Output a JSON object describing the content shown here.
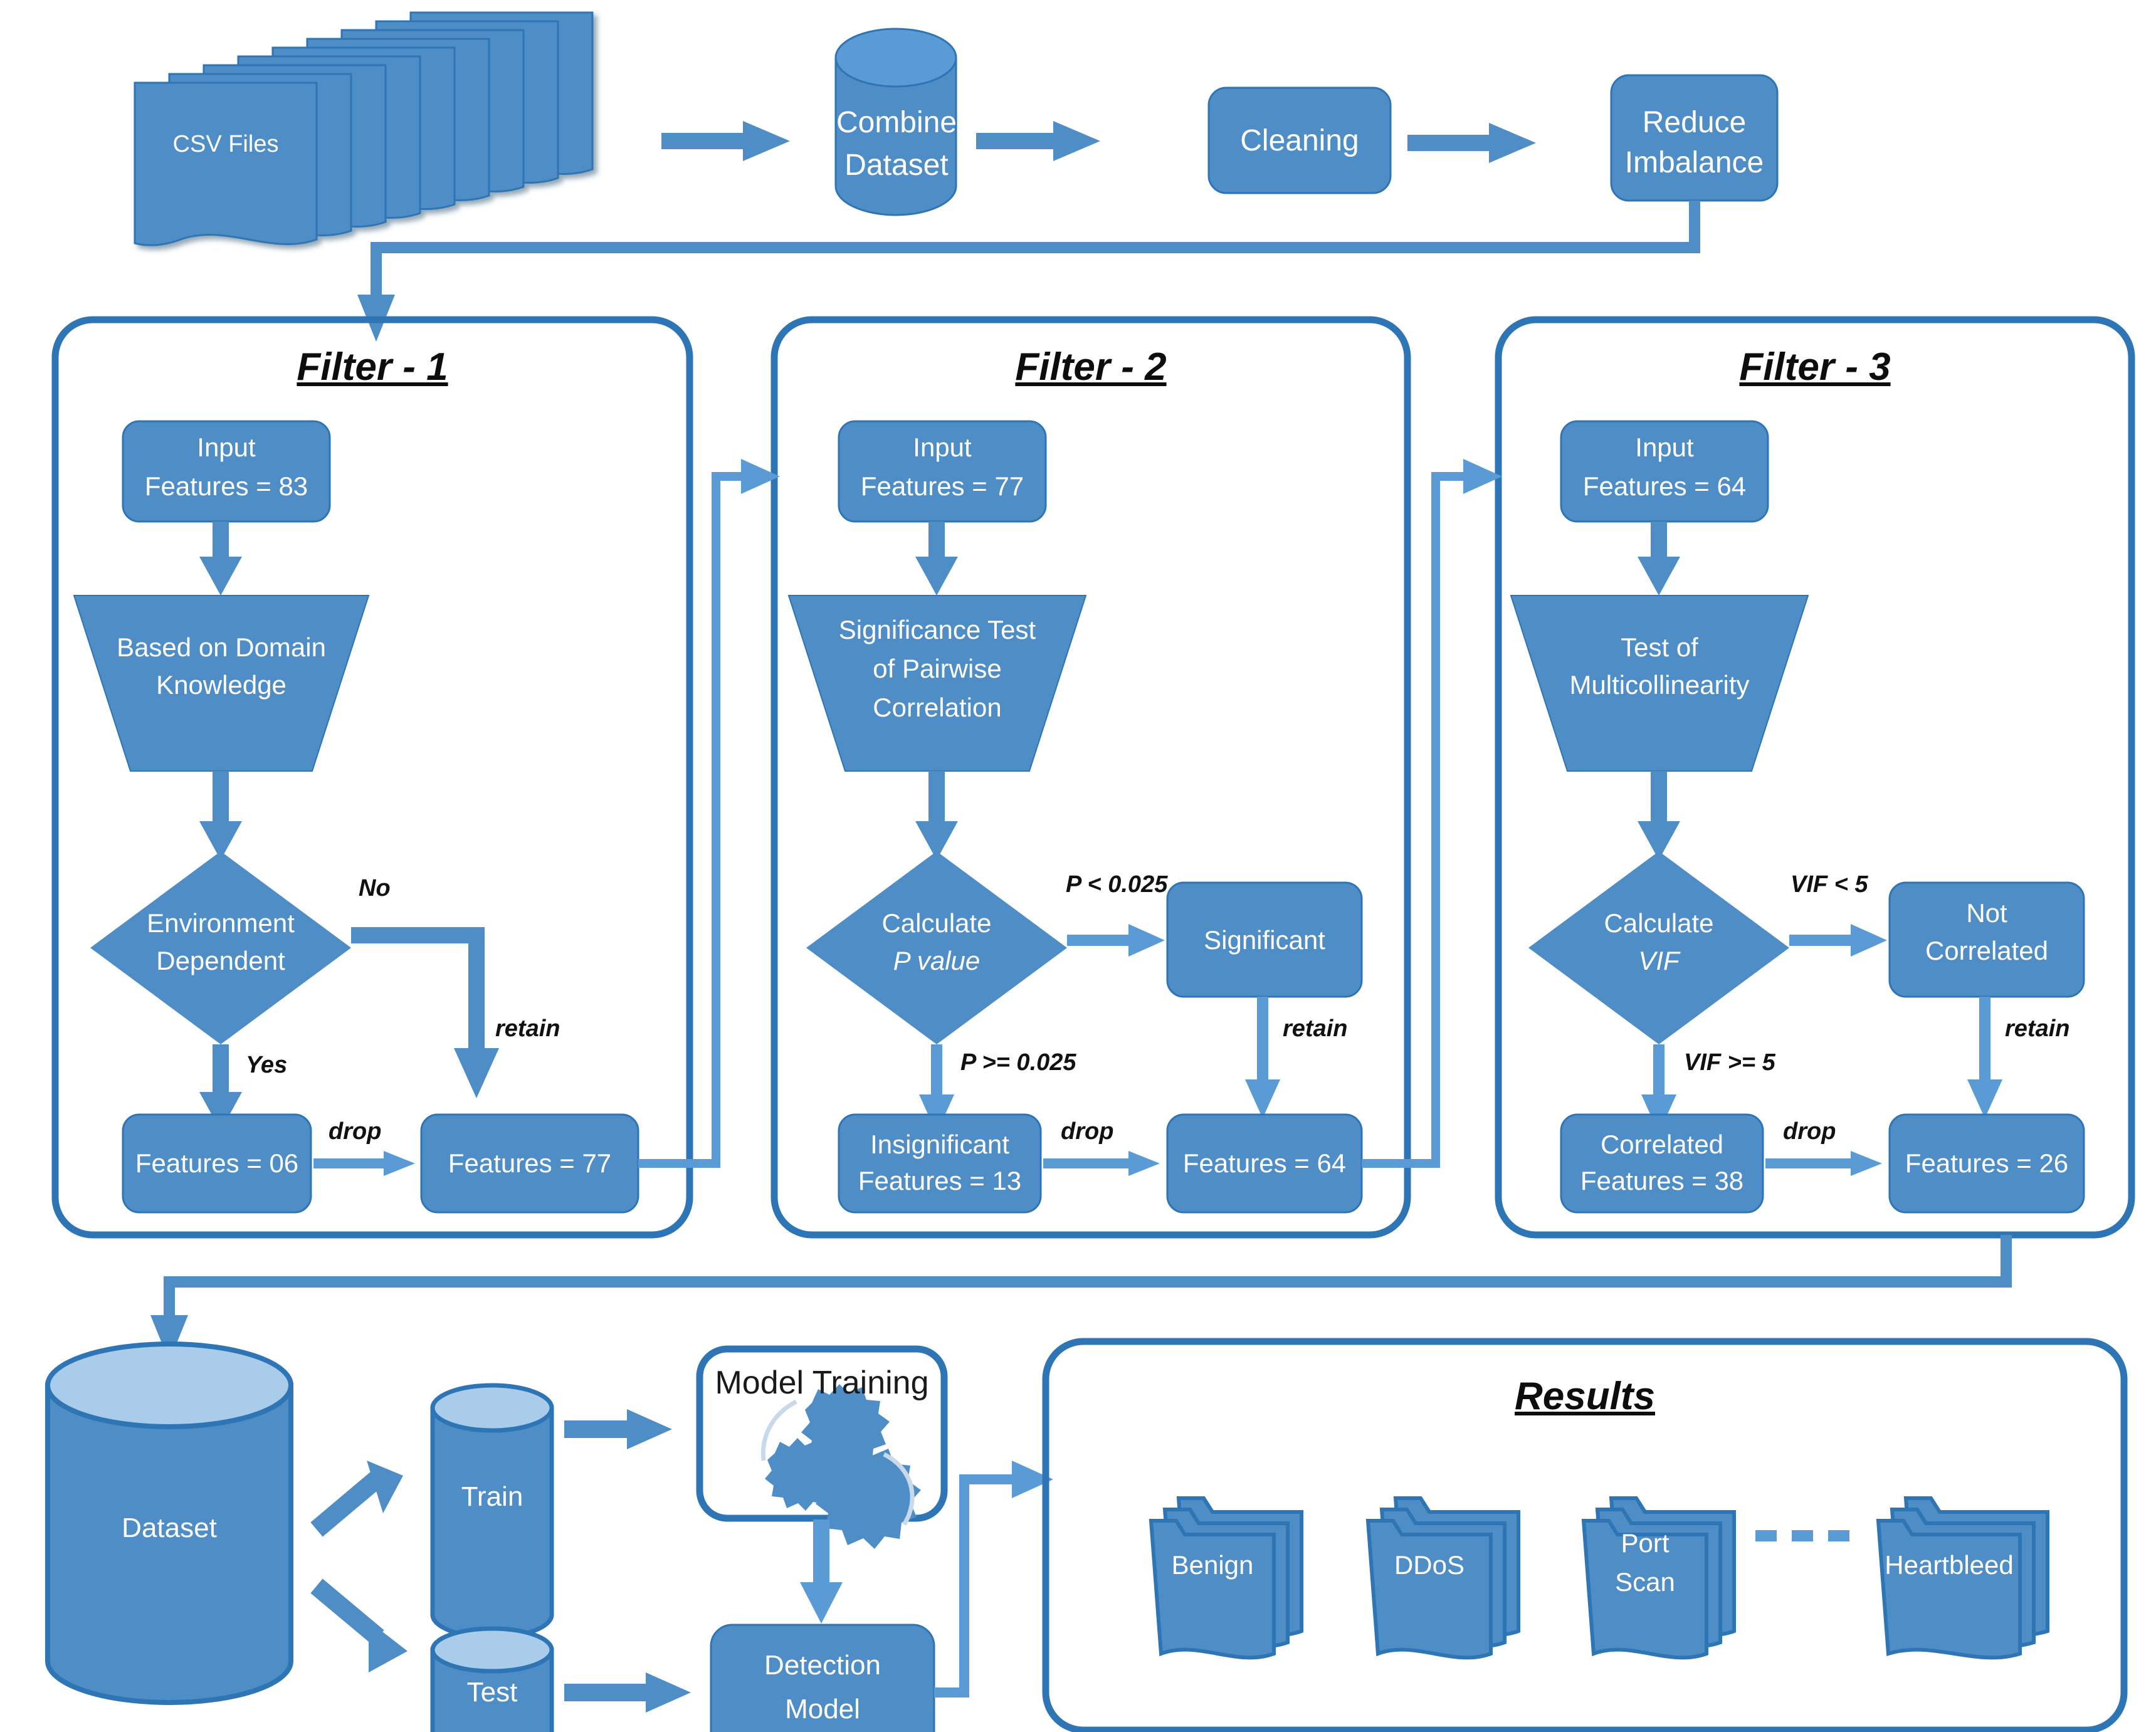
{
  "diagram": {
    "accent_blue": "#5B9BD5",
    "border_blue": "#2E75B6",
    "cyl_top": "#A9CCEA",
    "shadow": "#1F4E79",
    "label_dark": "#111111"
  },
  "top_pipeline": {
    "csv_files": "CSV Files",
    "combine_dataset_line1": "Combine",
    "combine_dataset_line2": "Dataset",
    "cleaning": "Cleaning",
    "reduce_line1": "Reduce",
    "reduce_line2": "Imbalance"
  },
  "filters": [
    {
      "title": "Filter - 1",
      "input_line1": "Input",
      "input_line2": "Features = 83",
      "funnel_line1": "Based on Domain",
      "funnel_line2": "Knowledge",
      "funnel_line3": "",
      "decision_line1": "Environment",
      "decision_line2": "Dependent",
      "branch_right_label": "No",
      "branch_down_label": "Yes",
      "side_box_line1": "",
      "side_box_line2": "",
      "retain_label": "retain",
      "drop_label": "drop",
      "dropped_line1": "Features = 06",
      "dropped_line2": "",
      "kept_line1": "Features = 77",
      "kept_line2": ""
    },
    {
      "title": "Filter - 2",
      "input_line1": "Input",
      "input_line2": "Features = 77",
      "funnel_line1": "Significance Test",
      "funnel_line2": "of Pairwise",
      "funnel_line3": "Correlation",
      "decision_line1": "Calculate",
      "decision_line2": "P value",
      "branch_right_label": "P < 0.025",
      "branch_down_label": "P >= 0.025",
      "side_box_line1": "Significant",
      "side_box_line2": "",
      "retain_label": "retain",
      "drop_label": "drop",
      "dropped_line1": "Insignificant",
      "dropped_line2": "Features = 13",
      "kept_line1": "Features = 64",
      "kept_line2": ""
    },
    {
      "title": "Filter - 3",
      "input_line1": "Input",
      "input_line2": "Features = 64",
      "funnel_line1": "Test of",
      "funnel_line2": "Multicollinearity",
      "funnel_line3": "",
      "decision_line1": "Calculate",
      "decision_line2": "VIF",
      "branch_right_label": "VIF < 5",
      "branch_down_label": "VIF >= 5",
      "side_box_line1": "Not",
      "side_box_line2": "Correlated",
      "retain_label": "retain",
      "drop_label": "drop",
      "dropped_line1": "Correlated",
      "dropped_line2": "Features = 38",
      "kept_line1": "Features = 26",
      "kept_line2": ""
    }
  ],
  "bottom_pipeline": {
    "dataset": "Dataset",
    "train": "Train",
    "test": "Test",
    "model_training": "Model Training",
    "detection_line1": "Detection",
    "detection_line2": "Model"
  },
  "results": {
    "title": "Results",
    "items": [
      "Benign",
      "DDoS",
      "Port\nScan",
      "Heartbleed"
    ],
    "item_labels": [
      {
        "line1": "Benign",
        "line2": ""
      },
      {
        "line1": "DDoS",
        "line2": ""
      },
      {
        "line1": "Port",
        "line2": "Scan"
      },
      {
        "line1": "Heartbleed",
        "line2": ""
      }
    ],
    "ellipsis": "dashed-connector"
  }
}
